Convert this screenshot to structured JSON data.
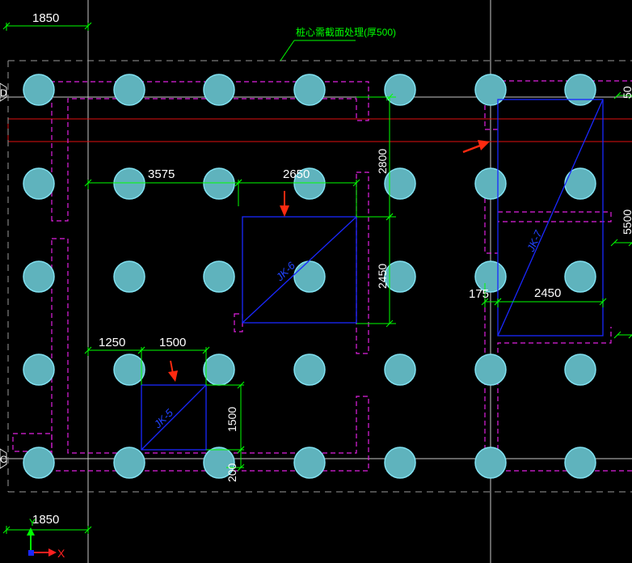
{
  "dimensions": {
    "top_left": "1850",
    "bottom_left": "1850",
    "d3575": "3575",
    "d2650": "2650",
    "d2800": "2800",
    "d2450v": "2450",
    "d1250": "1250",
    "d1500h": "1500",
    "d1500v": "1500",
    "d200": "200",
    "d175": "175",
    "d2450h": "2450",
    "right_top": "50",
    "right_mid": "5500"
  },
  "annotation": "桩心需截面处理(厚500)",
  "pit_labels": {
    "jk5": "JK-5",
    "jk6": "JK-6",
    "jk7": "JK-7"
  },
  "axes": {
    "row_top": "D",
    "row_bottom": "C"
  },
  "ucs": {
    "x_label": "X",
    "y_label": "Y"
  },
  "colors": {
    "background": "#000000",
    "pile": "#5fb3bd",
    "pile_edge": "#80e0f0",
    "dashed": "#e020e0",
    "pit": "#1a28ff",
    "dimension": "#00ff00",
    "axis_line": "#c8c8c8",
    "red_line": "#e01010",
    "arrow": "#ff2a10"
  }
}
